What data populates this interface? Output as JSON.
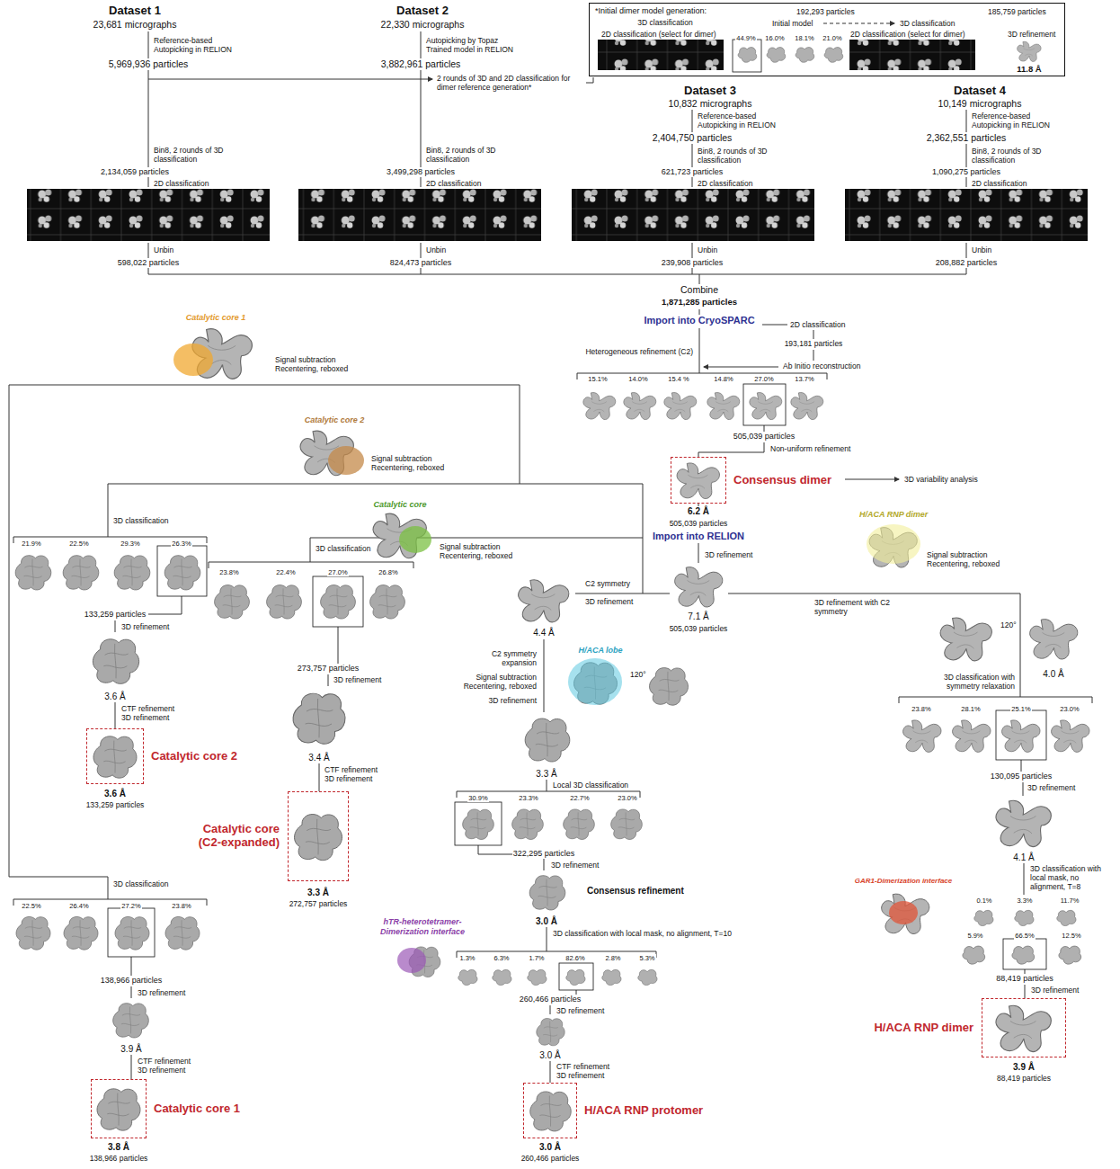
{
  "diagram": {
    "nodes": [
      {
        "text": [
          "*Initial dimer model generation:"
        ]
      },
      {
        "text": [
          "Consensus dimer"
        ]
      },
      {
        "text": [
          "Catalytic core 2"
        ]
      },
      {
        "text": [
          "Catalytic core (C2-expanded)"
        ]
      },
      {
        "text": [
          "H/ACA RNP dimer"
        ]
      },
      {
        "text": [
          "Catalytic core 1"
        ]
      },
      {
        "text": [
          "H/ACA RNP protomer"
        ]
      }
    ],
    "labels": [
      "Dataset 1",
      "23,681 micrographs",
      "Reference-based Autopicking in RELION",
      "5,969,936 particles",
      "Dataset 2",
      "22,330 micrographs",
      "Autopicking by Topaz Trained model in RELION",
      "3,882,961 particles",
      "2 rounds of 3D and 2D classification for dimer reference generation*",
      "192,293 particles",
      "3D classification",
      "Initial model",
      "3D classification",
      "185,759 particles",
      "2D classification (select for dimer)",
      "44.9%",
      "16.0%",
      "18.1%",
      "21.0%",
      "2D classification (select for dimer)",
      "3D refinement",
      "11.8 Å",
      "Bin8, 2 rounds of 3D classification",
      "2,134,059 particles",
      "2D classification",
      "Unbin",
      "598,022 particles",
      "Bin8, 2 rounds of 3D classification",
      "3,499,298 particles",
      "2D classification",
      "Unbin",
      "824,473 particles",
      "Dataset 3",
      "10,832 micrographs",
      "Reference-based Autopicking in RELION",
      "2,404,750 particles",
      "Bin8, 2 rounds of 3D classification",
      "621,723 particles",
      "2D classification",
      "Unbin",
      "239,908 particles",
      "Dataset 4",
      "10,149 micrographs",
      "Reference-based Autopicking in RELION",
      "2,362,551 particles",
      "Bin8, 2 rounds of 3D classification",
      "1,090,275 particles",
      "2D classification",
      "Unbin",
      "208,882 particles",
      "Combine",
      "1,871,285 particles",
      "Import into CryoSPARC",
      "2D classification",
      "193,181 particles",
      "Ab Initio reconstruction",
      "Heterogeneous refinement (C2)",
      "15.1%",
      "14.0%",
      "15.4 %",
      "14.8%",
      "27.0%",
      "13.7%",
      "505,039 particles",
      "Non-uniform refinement",
      "3D variability analysis",
      "6.2 Å",
      "505,039 particles",
      "Import into RELION",
      "3D refinement",
      "7.1 Å",
      "505,039 particles",
      "Catalytic core 1",
      "Signal subtraction Recentering, reboxed",
      "Catalytic core 2",
      "Signal subtraction Recentering, reboxed",
      "Catalytic core",
      "Signal subtraction Recentering, reboxed",
      "C2 symmetry",
      "3D refinement",
      "4.4 Å",
      "C2 symmetry expansion",
      "H/ACA lobe",
      "120°",
      "Signal subtraction Recentering, reboxed",
      "3D refinement",
      "3.3 Å",
      "Local 3D classification",
      "30.9%",
      "23.3%",
      "22.7%",
      "23.0%",
      "322,295 particles",
      "3D refinement",
      "Consensus refinement",
      "3.0 Å",
      "3D classification with local mask, no alignment, T=10",
      "hTR-heterotetramer-Dimerization interface",
      "1.3%",
      "6.3%",
      "1.7%",
      "82.6%",
      "2.8%",
      "5.3%",
      "260,466 particles",
      "3D refinement",
      "3.0 Å",
      "CTF refinement 3D refinement",
      "3.0 Å",
      "260,466 particles",
      "3D classification",
      "21.9%",
      "22.5%",
      "29.3%",
      "26.3%",
      "133,259 particles",
      "3D refinement",
      "3.6 Å",
      "CTF refinement 3D refinement",
      "3.6 Å",
      "133,259 particles",
      "3D classification",
      "23.8%",
      "22.4%",
      "27.0%",
      "26.8%",
      "273,757 particles",
      "3D refinement",
      "3.4 Å",
      "CTF refinement 3D refinement",
      "3.3 Å",
      "272,757 particles",
      "3D classification",
      "22.5%",
      "26.4%",
      "27.2%",
      "23.8%",
      "138,966 particles",
      "3D refinement",
      "3.9 Å",
      "CTF refinement 3D refinement",
      "3.8 Å",
      "138,966 particles",
      "H/ACA RNP dimer",
      "Signal subtraction Recentering, reboxed",
      "3D refinement with C2 symmetry",
      "120°",
      "4.0 Å",
      "3D classification with symmetry relaxation",
      "23.8%",
      "28.1%",
      "25.1%",
      "23.0%",
      "130,095 particles",
      "3D refinement",
      "4.1 Å",
      "3D classification with local mask, no alignment, T=8",
      "GAR1-Dimerization interface",
      "0.1%",
      "3.3%",
      "11.7%",
      "5.9%",
      "66.5%",
      "12.5%",
      "88,419 particles",
      "3D refinement",
      "3.9 Å",
      "88,419 particles"
    ]
  }
}
